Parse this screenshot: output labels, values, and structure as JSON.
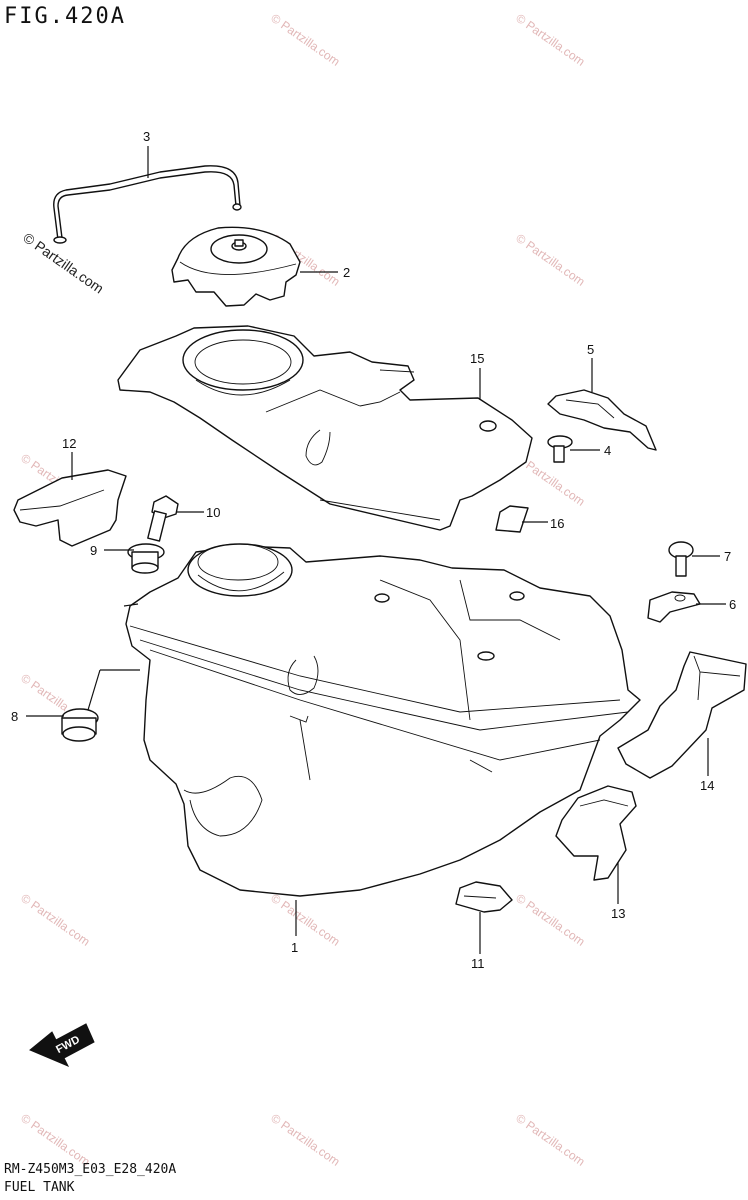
{
  "figure": {
    "title": "FIG.420A",
    "code": "RM-Z450M3_E03_E28_420A",
    "subtitle": "FUEL TANK"
  },
  "watermark": {
    "text": "© Partzilla.com",
    "color": "#e2b8b8"
  },
  "callouts": [
    {
      "id": "1",
      "label": "1",
      "part": "fuel-tank"
    },
    {
      "id": "2",
      "label": "2",
      "part": "fuel-cap"
    },
    {
      "id": "3",
      "label": "3",
      "part": "breather-hose"
    },
    {
      "id": "4",
      "label": "4",
      "part": "screw"
    },
    {
      "id": "5",
      "label": "5",
      "part": "clip"
    },
    {
      "id": "6",
      "label": "6",
      "part": "bracket"
    },
    {
      "id": "7",
      "label": "7",
      "part": "bolt"
    },
    {
      "id": "8",
      "label": "8",
      "part": "cushion"
    },
    {
      "id": "9",
      "label": "9",
      "part": "collar"
    },
    {
      "id": "10",
      "label": "10",
      "part": "bolt"
    },
    {
      "id": "11",
      "label": "11",
      "part": "cushion"
    },
    {
      "id": "12",
      "label": "12",
      "part": "cushion"
    },
    {
      "id": "13",
      "label": "13",
      "part": "cushion"
    },
    {
      "id": "14",
      "label": "14",
      "part": "cushion"
    },
    {
      "id": "15",
      "label": "15",
      "part": "cover"
    },
    {
      "id": "16",
      "label": "16",
      "part": "cushion"
    }
  ],
  "fwd": {
    "label": "FWD"
  }
}
